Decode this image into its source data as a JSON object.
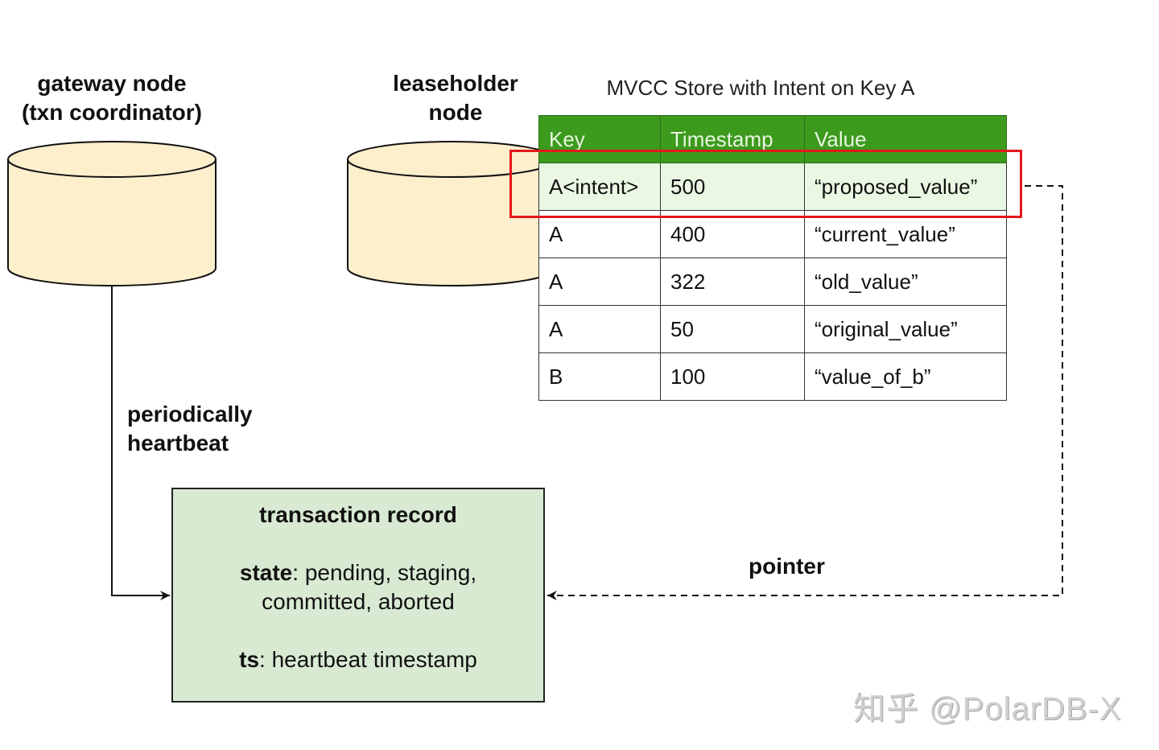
{
  "nodes": {
    "gateway": {
      "line1": "gateway node",
      "line2": "(txn coordinator)"
    },
    "leaseholder": {
      "line1": "leaseholder",
      "line2": "node"
    }
  },
  "mvcc_table": {
    "title": "MVCC Store with Intent on Key A",
    "headers": [
      "Key",
      "Timestamp",
      "Value"
    ],
    "rows": [
      {
        "key": "A<intent>",
        "timestamp": "500",
        "value": "“proposed_value”",
        "highlighted": true
      },
      {
        "key": "A",
        "timestamp": "400",
        "value": "“current_value”"
      },
      {
        "key": "A",
        "timestamp": "322",
        "value": "“old_value”"
      },
      {
        "key": "A",
        "timestamp": "50",
        "value": "“original_value”"
      },
      {
        "key": "B",
        "timestamp": "100",
        "value": "“value_of_b”"
      }
    ]
  },
  "edges": {
    "heartbeat": {
      "line1": "periodically",
      "line2": "heartbeat"
    },
    "pointer": {
      "label": "pointer"
    }
  },
  "transaction_record": {
    "title": "transaction record",
    "state_key": "state",
    "state_value_line1": ": pending, staging,",
    "state_value_line2": "committed, aborted",
    "ts_key": "ts",
    "ts_value": ": heartbeat timestamp"
  },
  "colors": {
    "cylinder_fill": "#fdefcc",
    "header_green": "#3c9a1d",
    "intent_row": "#eaf7e3",
    "highlight_red": "#e3181b",
    "record_fill": "#d9ead3"
  },
  "watermark": "知乎 @PolarDB-X"
}
